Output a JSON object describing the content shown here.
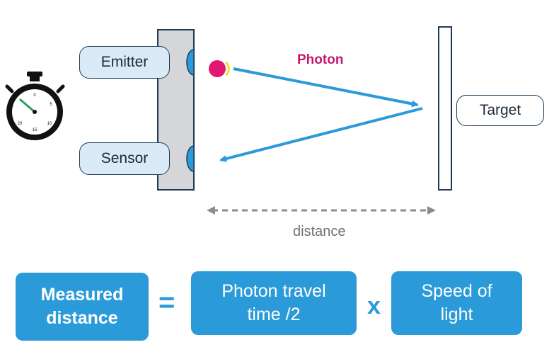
{
  "labels": {
    "emitter": "Emitter",
    "sensor": "Sensor",
    "target": "Target",
    "photon": "Photon",
    "distance": "distance"
  },
  "equation": {
    "measured": "Measured distance",
    "equals": "=",
    "travel": "Photon travel time /2",
    "times": "x",
    "speed": "Speed of light"
  },
  "stopwatch_ticks": [
    "0",
    "5",
    "10",
    "15",
    "20"
  ],
  "colors": {
    "arrow": "#2b9ad9",
    "photon": "#e0186f",
    "photon_label": "#c8166f",
    "equation_box": "#2b9ad9",
    "pill_fill": "#dbeaf7",
    "device_fill": "#d4d6da",
    "outline": "#1f3b57",
    "distance": "#808080"
  }
}
